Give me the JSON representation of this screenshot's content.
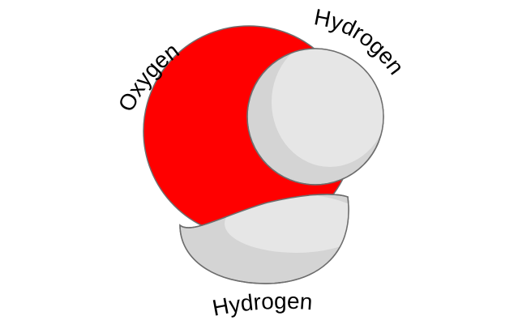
{
  "labels": {
    "oxygen": "Oxygen",
    "hydrogen_top": "Hydrogen",
    "hydrogen_bottom": "Hydrogen"
  },
  "colors": {
    "oxygen": "#ff0000",
    "hydrogen": "#e6e6e6",
    "hydrogen_shade": "#d4d4d4",
    "outline": "#6e6e6e",
    "background": "#ffffff"
  }
}
